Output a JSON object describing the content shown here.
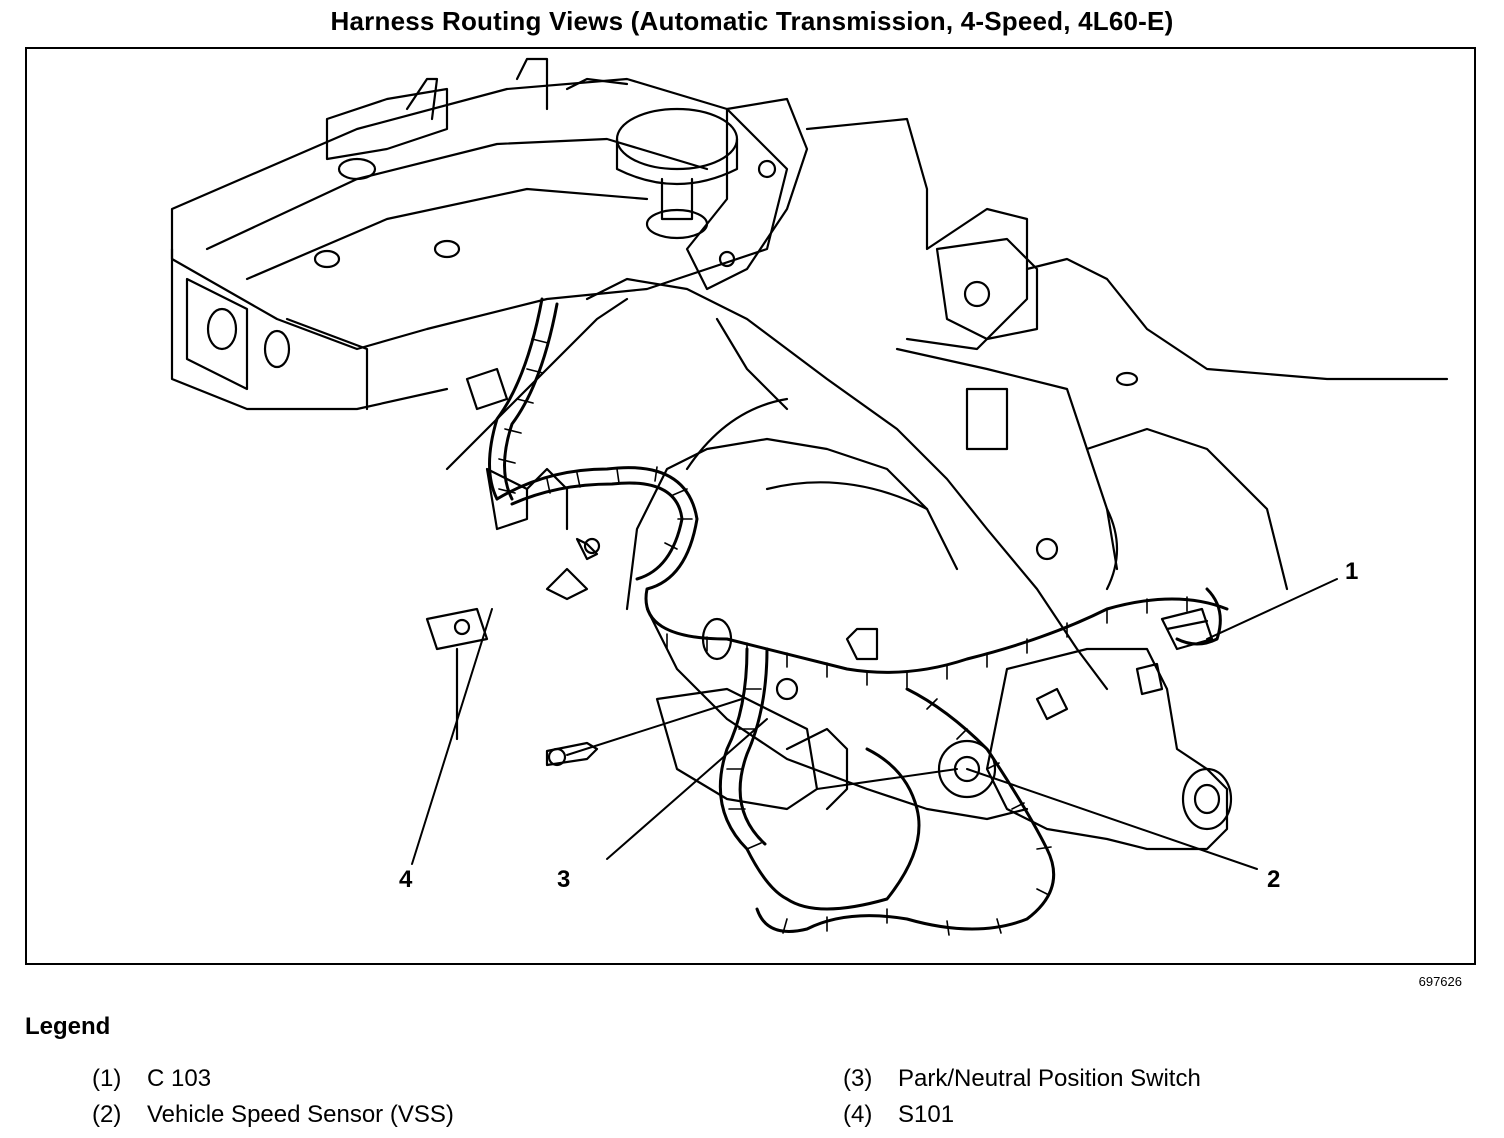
{
  "title": "Harness Routing Views (Automatic Transmission, 4-Speed, 4L60-E)",
  "figure_number": "697626",
  "callouts": [
    "1",
    "2",
    "3",
    "4"
  ],
  "legend": {
    "heading": "Legend",
    "items": [
      {
        "num": "(1)",
        "label": "C 103"
      },
      {
        "num": "(2)",
        "label": "Vehicle Speed Sensor (VSS)"
      },
      {
        "num": "(3)",
        "label": "Park/Neutral Position Switch"
      },
      {
        "num": "(4)",
        "label": "S101"
      }
    ]
  }
}
